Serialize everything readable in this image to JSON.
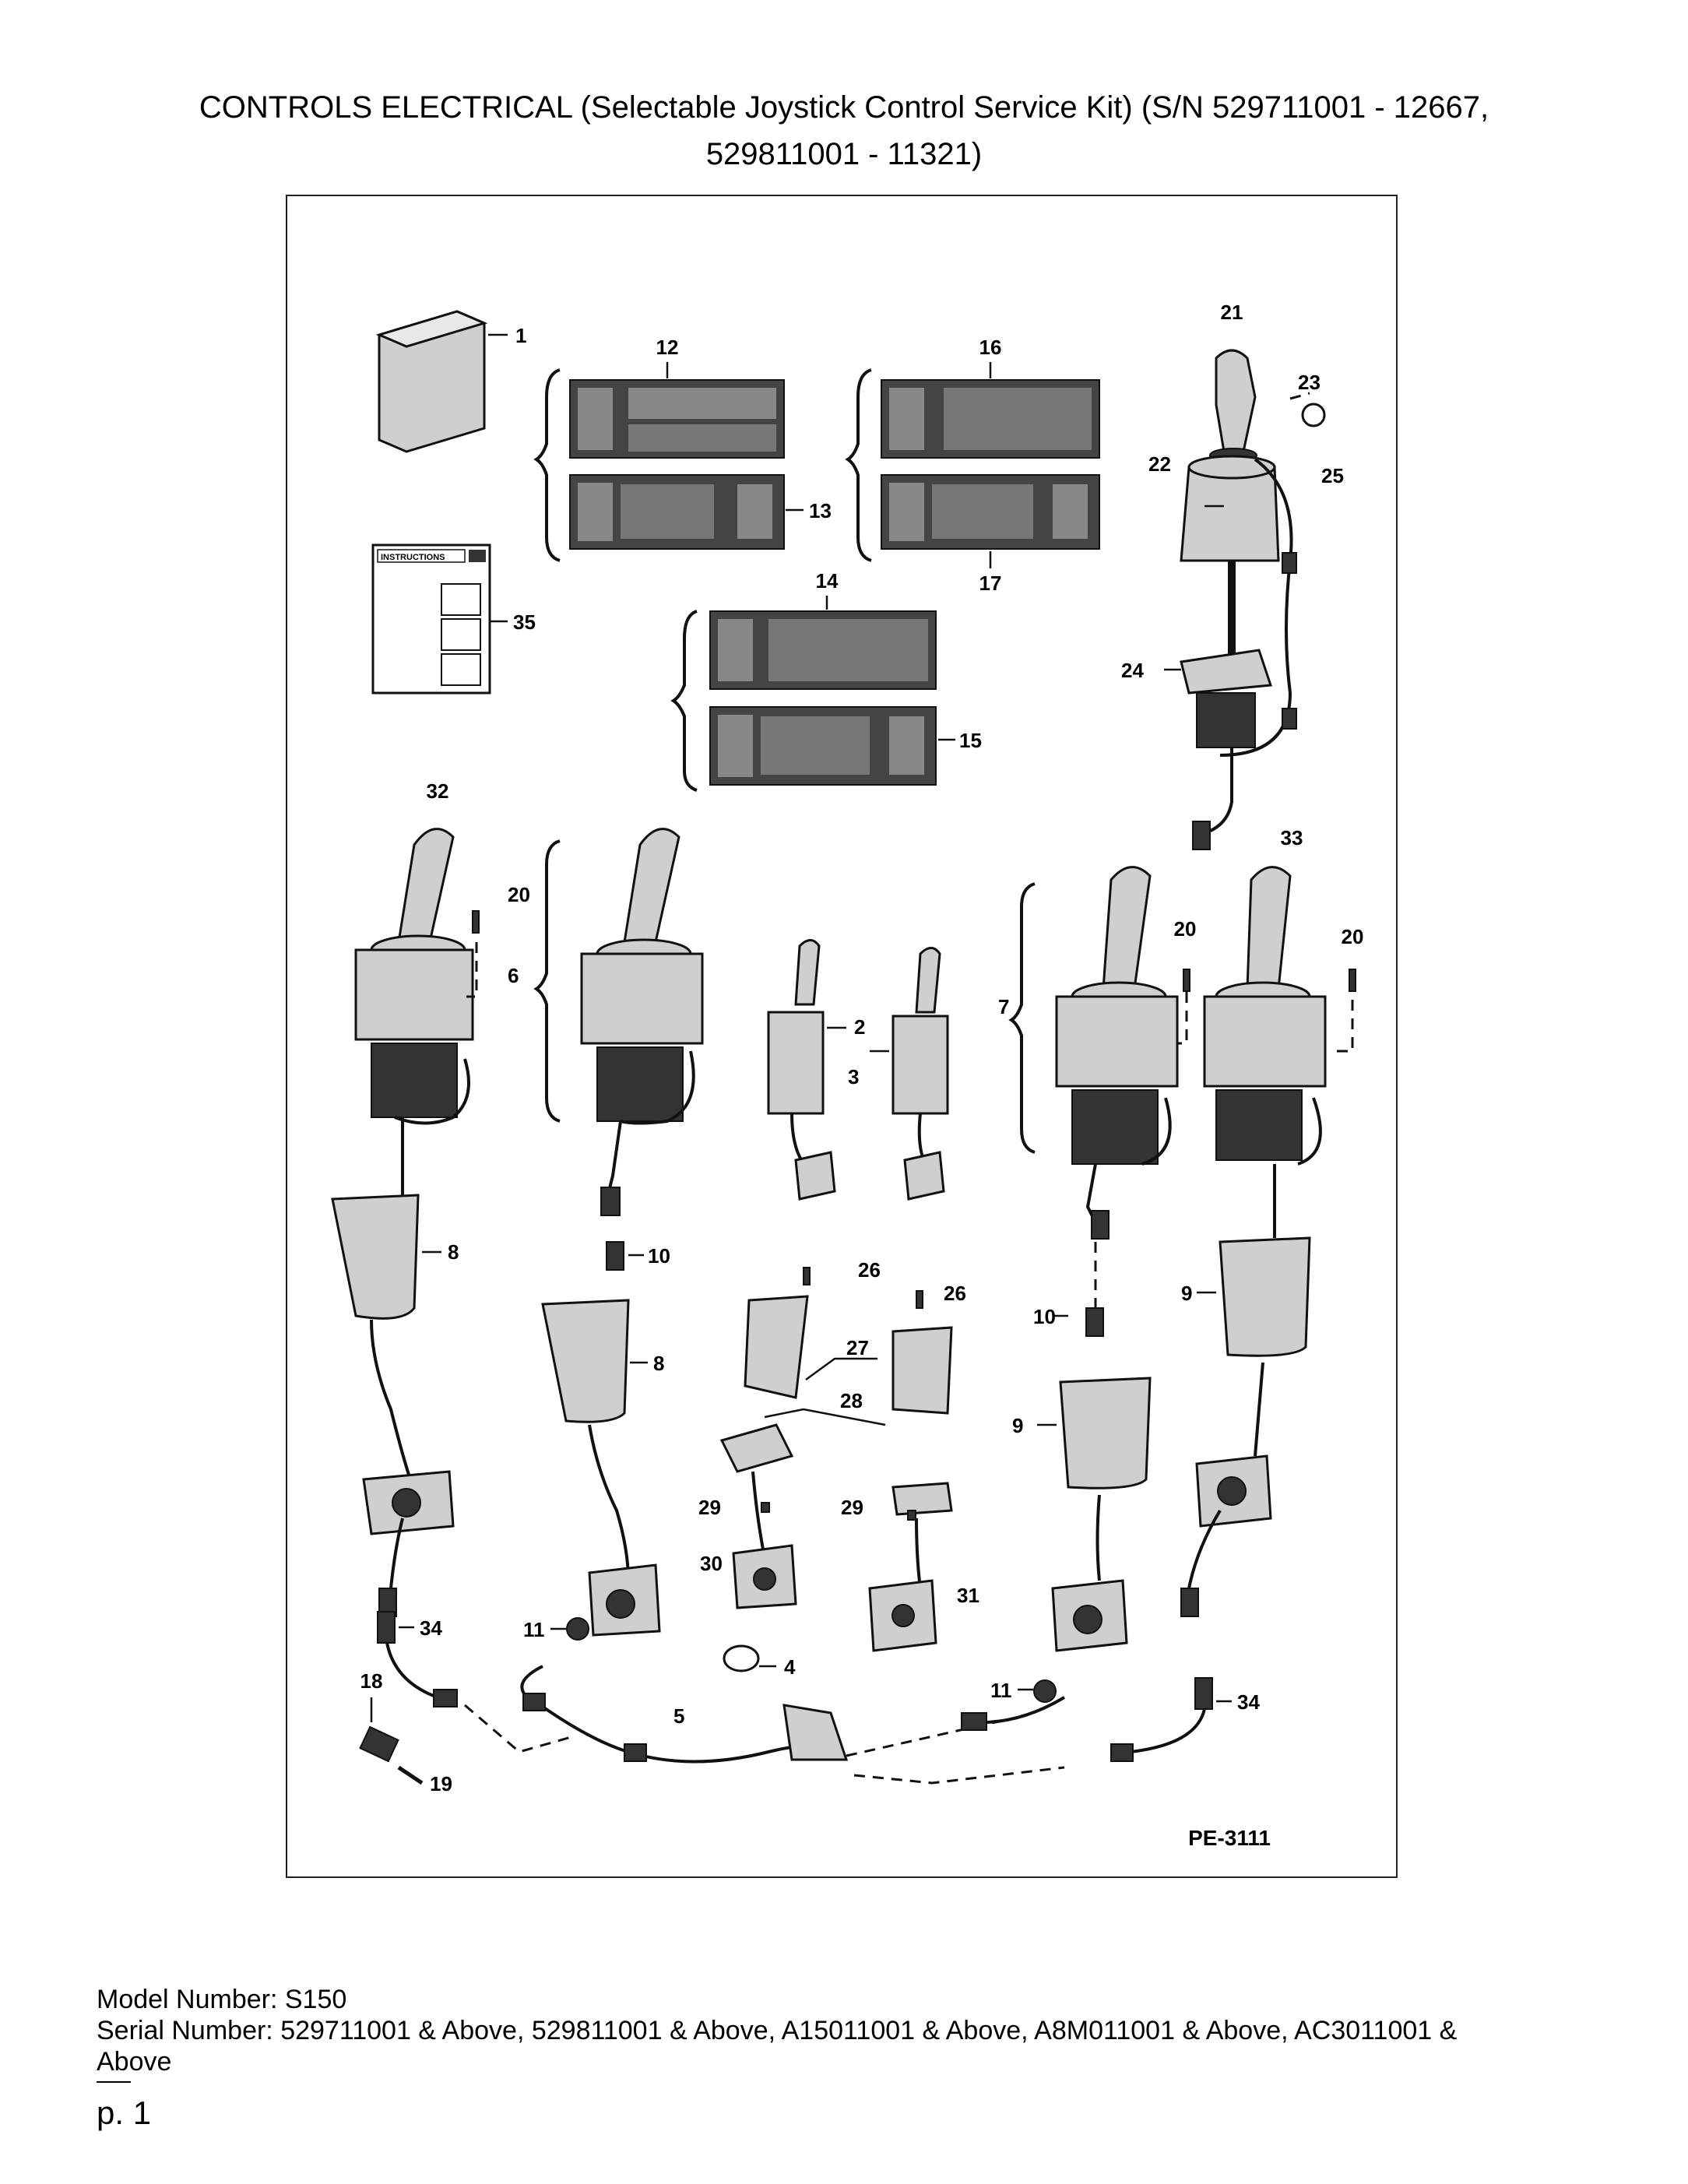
{
  "title": {
    "line1": "CONTROLS ELECTRICAL (Selectable Joystick Control Service Kit) (S/N 529711001 - 12667,",
    "line2": "529811001 - 11321)"
  },
  "diagram": {
    "reference": "PE-3111",
    "instructions_label": "INSTRUCTIONS",
    "callouts": [
      "1",
      "2",
      "3",
      "4",
      "5",
      "6",
      "7",
      "8",
      "8",
      "9",
      "9",
      "10",
      "10",
      "11",
      "11",
      "12",
      "13",
      "14",
      "15",
      "16",
      "17",
      "18",
      "19",
      "20",
      "20",
      "20",
      "21",
      "22",
      "23",
      "24",
      "25",
      "26",
      "26",
      "27",
      "28",
      "29",
      "29",
      "30",
      "31",
      "32",
      "33",
      "34",
      "34",
      "35"
    ]
  },
  "footer": {
    "model": "Model Number: S150",
    "serial": "Serial Number: 529711001 & Above, 529811001 & Above, A15011001 & Above, A8M011001 & Above, AC3011001 &",
    "serial_cont": "Above",
    "page": "p. 1"
  }
}
